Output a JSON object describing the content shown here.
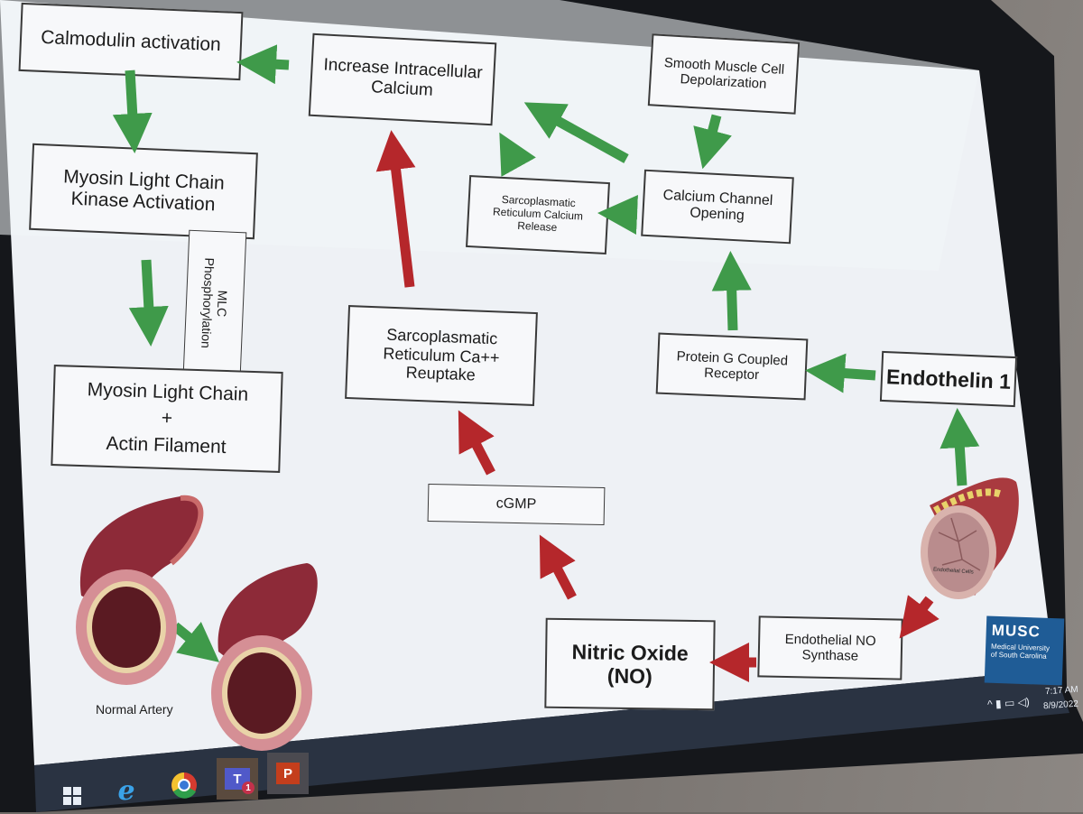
{
  "diagram": {
    "boxes": {
      "calmodulin": "Calmodulin activation",
      "increase_calcium": "Increase Intracellular\nCalcium",
      "smooth_muscle": "Smooth Muscle Cell\nDepolarization",
      "mlck": "Myosin Light Chain\nKinase Activation",
      "sr_release": "Sarcoplasmatic\nReticulum Calcium\nRelease",
      "calcium_channel": "Calcium Channel\nOpening",
      "mlc_phos": "MLC\nPhosphorylation",
      "myosin_actin": "Myosin Light Chain\n+\nActin Filament",
      "sr_reuptake": "Sarcoplasmatic\nReticulum Ca++\nReuptake",
      "protein_g": "Protein G Coupled\nReceptor",
      "endothelin": "Endothelin 1",
      "cgmp": "cGMP",
      "endothelial_nos": "Endothelial NO\nSynthase",
      "nitric_oxide": "Nitric Oxide\n(NO)"
    },
    "image_captions": {
      "normal_artery": "Normal Artery",
      "endothelial_cells": "Endothelial Cells"
    },
    "logo": {
      "name": "MUSC",
      "subtitle": "Medical University\nof South Carolina"
    },
    "colors": {
      "green_arrow": "#3f9a4a",
      "red_arrow": "#b5272b",
      "box_border": "#3a3a3a",
      "slide_bg": "#eef1f5",
      "logo_bg": "#1f5c96"
    }
  },
  "taskbar": {
    "icons": [
      "windows-start-icon",
      "internet-explorer-icon",
      "chrome-icon",
      "teams-icon",
      "powerpoint-icon"
    ],
    "teams_badge": "1",
    "clock_time": "7:17 AM",
    "clock_date": "8/9/2022"
  }
}
